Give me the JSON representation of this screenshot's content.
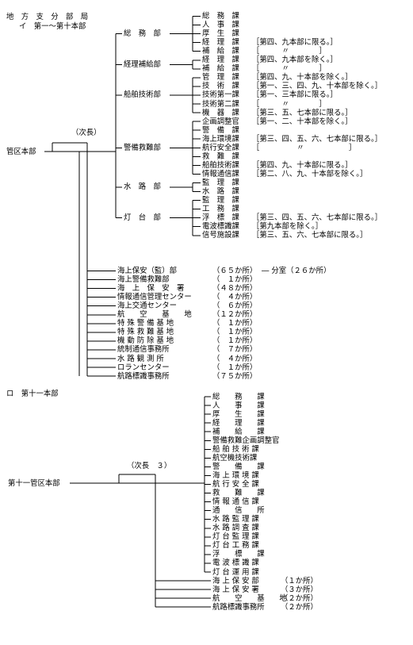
{
  "heading": {
    "line1": "地　方　支　分　部　局",
    "line2": "イ　第一〜第十本部"
  },
  "part_b_heading": "ロ　第十一本部",
  "part_a": {
    "root": "管区本部",
    "deputy": "（次長）",
    "departments": [
      {
        "name": "総　務　部",
        "units": [
          {
            "name": "総　務　課",
            "note": ""
          },
          {
            "name": "人　事　課",
            "note": ""
          },
          {
            "name": "厚　生　課",
            "note": ""
          },
          {
            "name": "経　理　課",
            "note": "［第四、九本部に限る。］"
          },
          {
            "name": "補　給　課",
            "note": "［　　　〃　　　　］"
          }
        ]
      },
      {
        "name": "経理補給部",
        "units": [
          {
            "name": "経　理　課",
            "note": "［第四、九本部を除く。］"
          },
          {
            "name": "補　給　課",
            "note": "［　　　〃　　　　］"
          }
        ]
      },
      {
        "name": "船舶技術部",
        "units": [
          {
            "name": "管　理　課",
            "note": "［第四、九、十本部を除く。］"
          },
          {
            "name": "技　術　課",
            "note": "［第一、三、四、九、十本部を除く。］"
          },
          {
            "name": "技術第一課",
            "note": "［第一、三本部に限る。］"
          },
          {
            "name": "技術第二課",
            "note": "［　　　〃　　　　］"
          },
          {
            "name": "機　器　課",
            "note": "［第三、五、七本部に限る。］"
          }
        ]
      },
      {
        "name": "警備救難部",
        "units": [
          {
            "name": "企画調整官",
            "note": "［第一、二、十本部を除く。］"
          },
          {
            "name": "警　備　課",
            "note": ""
          },
          {
            "name": "海上環境課",
            "note": "［第三、四、五、六、七本部に限る。］"
          },
          {
            "name": "航行安全課",
            "note": "［　　　　　〃　　　　　　］"
          },
          {
            "name": "救　難　課",
            "note": ""
          },
          {
            "name": "船舶技術課",
            "note": "［第四、九、十本部に限る。］"
          },
          {
            "name": "情報通信課",
            "note": "［第二、八、九、十本部を除く。］"
          }
        ]
      },
      {
        "name": "水　路　部",
        "units": [
          {
            "name": "監　理　課",
            "note": ""
          },
          {
            "name": "水　路　課",
            "note": ""
          }
        ]
      },
      {
        "name": "灯　台　部",
        "units": [
          {
            "name": "監　理　課",
            "note": ""
          },
          {
            "name": "工　務　課",
            "note": ""
          },
          {
            "name": "浮　標　課",
            "note": "［第三、四、五、六、七本部に限る。］"
          },
          {
            "name": "電波標識課",
            "note": "［第九本部を除く。］"
          },
          {
            "name": "信号施設課",
            "note": "［第三、五、六、七本部に限る。］"
          }
        ]
      }
    ],
    "field_offices": [
      {
        "name": "海上保安（監）部",
        "count": "（６５か所）",
        "extra": "― 分室（２６か所）"
      },
      {
        "name": "海上警備救難部",
        "count": "（　１か所）",
        "extra": ""
      },
      {
        "name": "海　上　保　安　署",
        "count": "（４８か所）",
        "extra": ""
      },
      {
        "name": "情報通信管理センター",
        "count": "（　４か所）",
        "extra": ""
      },
      {
        "name": "海上交通センター",
        "count": "（　６か所）",
        "extra": ""
      },
      {
        "name": "航　　空　　基　　地",
        "count": "（１２か所）",
        "extra": ""
      },
      {
        "name": "特 殊 警 備 基 地",
        "count": "（　１か所）",
        "extra": ""
      },
      {
        "name": "特 殊 救 難 基 地",
        "count": "（　１か所）",
        "extra": ""
      },
      {
        "name": "機 動 防 除 基 地",
        "count": "（　１か所）",
        "extra": ""
      },
      {
        "name": "統制通信事務所",
        "count": "（　７か所）",
        "extra": ""
      },
      {
        "name": "水 路 観 測 所",
        "count": "（　４か所）",
        "extra": ""
      },
      {
        "name": "ロランセンター",
        "count": "（　１か所）",
        "extra": ""
      },
      {
        "name": "航路標識事務所",
        "count": "（７５か所）",
        "extra": ""
      }
    ]
  },
  "part_b": {
    "root": "第十一管区本部",
    "deputy": "（次長　３）",
    "units": [
      "総　　務　　課",
      "人　　事　　課",
      "厚　　生　　課",
      "経　　理　　課",
      "補　　給　　課",
      "警備救難企画調整官",
      "船 舶 技 術 課",
      "航空機技術課",
      "警　　備　　課",
      "海 上 環 境 課",
      "航 行 安 全 課",
      "救　　難　　課",
      "情 報 通 信 課",
      "通　　信　　所",
      "水 路 監 理 課",
      "水 路 調 査 課",
      "灯 台 監 理 課",
      "灯 台 工 務 課",
      "浮　　標　　課",
      "電 波 標 識 課",
      "灯 台 運 用 課"
    ],
    "field_offices": [
      {
        "name": "海 上 保 安 部",
        "count": "（１か所）"
      },
      {
        "name": "海 上 保 安 署",
        "count": "（３か所）"
      },
      {
        "name": "航　　空　　基　　地",
        "count": "（２か所）"
      },
      {
        "name": "航路標識事務所",
        "count": "（２か所）"
      }
    ]
  }
}
